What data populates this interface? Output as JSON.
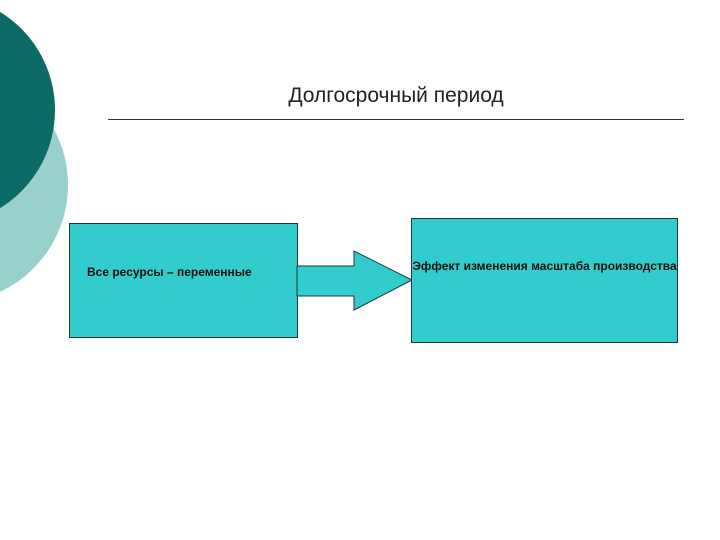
{
  "slide": {
    "title": "Долгосрочный период"
  },
  "diagram": {
    "left_box_text": "Все ресурсы – переменные",
    "right_box_text": "Эффект изменения масштаба производства"
  },
  "colors": {
    "box_fill": "#33cccc",
    "arrow_fill": "#33cccc",
    "decor_dark": "#0d6b66",
    "decor_light": "#99d0cc"
  }
}
